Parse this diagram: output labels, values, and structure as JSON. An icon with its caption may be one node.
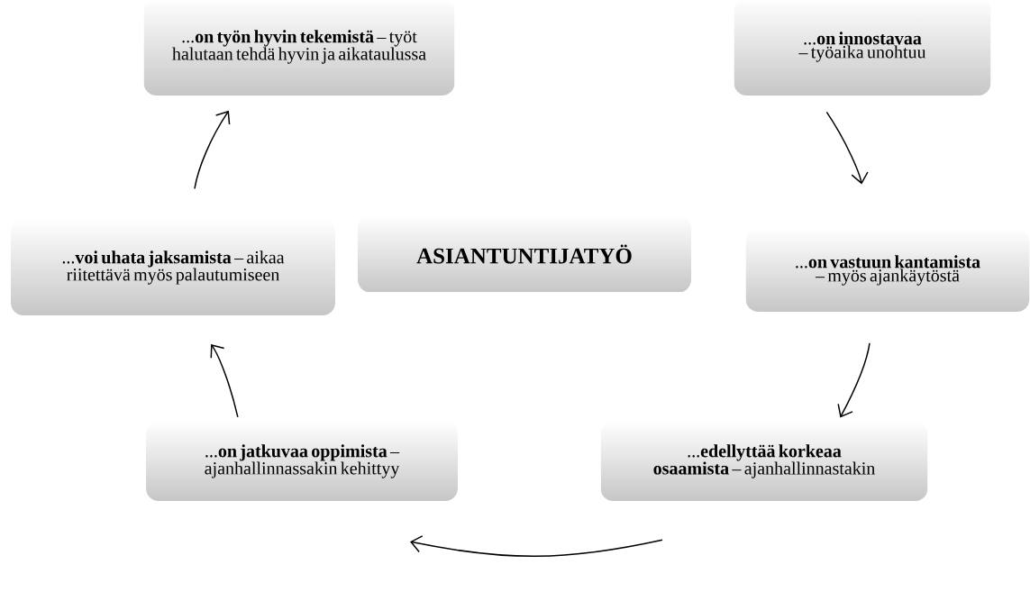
{
  "diagram": {
    "nodes": [
      {
        "text": [
          "ASIANTUNTIJATYÖ"
        ]
      },
      {
        "text": [
          "...**on työn hyvin tekemistä** – työt halutaan tehdä hyvin ja aikataulussa"
        ]
      },
      {
        "text": [
          "...**on innostavaa** – työaika unohtuu"
        ]
      },
      {
        "text": [
          "...**on vastuun kantamista** – myös ajankäytöstä"
        ]
      },
      {
        "text": [
          "...**edellyttää korkeaa osaamista** – ajanhallinnastakin"
        ]
      },
      {
        "text": [
          "...**on jatkuvaa oppimista** – ajanhallinnassakin kehittyy"
        ]
      },
      {
        "text": [
          "...**voi uhata jaksamista** – aikaa riitettävä myös palautumiseen"
        ]
      }
    ],
    "edges": [
      {
        "from": 6,
        "to": 1,
        "arrow": "to"
      },
      {
        "from": 2,
        "to": 3,
        "arrow": "to"
      },
      {
        "from": 3,
        "to": 4,
        "arrow": "to"
      },
      {
        "from": 4,
        "to": 5,
        "arrow": "to"
      },
      {
        "from": 5,
        "to": 6,
        "arrow": "to"
      }
    ]
  }
}
